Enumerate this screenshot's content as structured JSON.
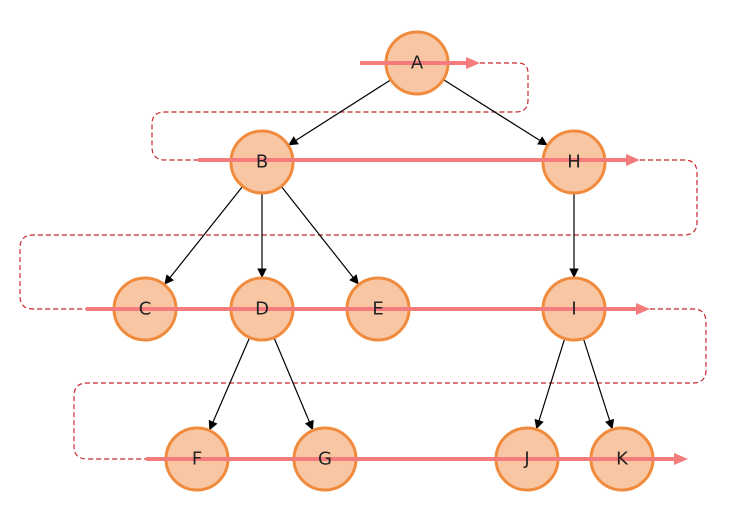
{
  "diagram": {
    "type": "tree-level-order-traversal",
    "nodes": [
      {
        "id": "A",
        "label": "A"
      },
      {
        "id": "B",
        "label": "B"
      },
      {
        "id": "H",
        "label": "H"
      },
      {
        "id": "C",
        "label": "C"
      },
      {
        "id": "D",
        "label": "D"
      },
      {
        "id": "E",
        "label": "E"
      },
      {
        "id": "I",
        "label": "I"
      },
      {
        "id": "F",
        "label": "F"
      },
      {
        "id": "G",
        "label": "G"
      },
      {
        "id": "J",
        "label": "J"
      },
      {
        "id": "K",
        "label": "K"
      }
    ],
    "edges": [
      {
        "from": "A",
        "to": "B"
      },
      {
        "from": "A",
        "to": "H"
      },
      {
        "from": "B",
        "to": "C"
      },
      {
        "from": "B",
        "to": "D"
      },
      {
        "from": "B",
        "to": "E"
      },
      {
        "from": "H",
        "to": "I"
      },
      {
        "from": "D",
        "to": "F"
      },
      {
        "from": "D",
        "to": "G"
      },
      {
        "from": "I",
        "to": "J"
      },
      {
        "from": "I",
        "to": "K"
      }
    ],
    "levels": [
      [
        "A"
      ],
      [
        "B",
        "H"
      ],
      [
        "C",
        "D",
        "E",
        "I"
      ],
      [
        "F",
        "G",
        "J",
        "K"
      ]
    ],
    "colors": {
      "node_fill": "#f9c6a4",
      "node_stroke": "#f08a3c",
      "traversal_arrow": "#f47c7c",
      "connector_dashed": "#c8282e",
      "edge": "#000000"
    }
  }
}
